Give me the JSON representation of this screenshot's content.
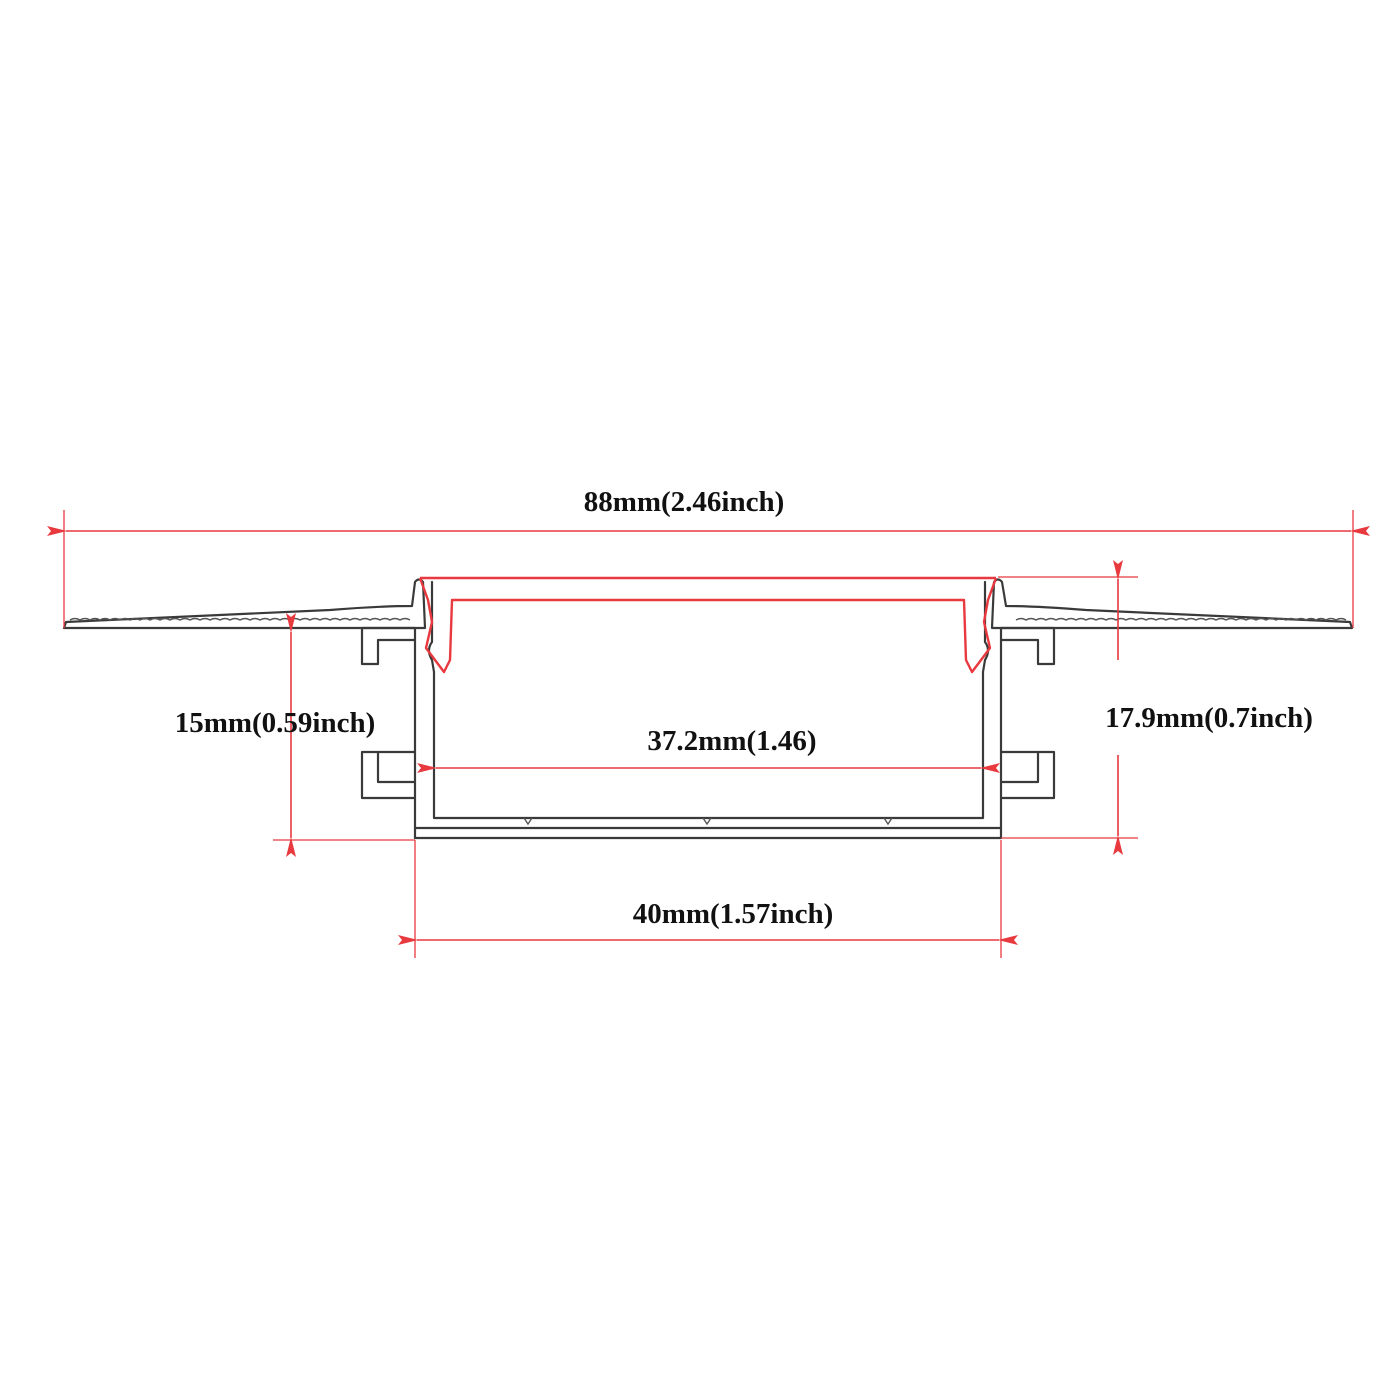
{
  "diagram": {
    "dimensions": {
      "overall_width": "88mm(2.46inch)",
      "inner_width": "37.2mm(1.46)",
      "channel_width": "40mm(1.57inch)",
      "left_height": "15mm(0.59inch)",
      "right_height": "17.9mm(0.7inch)"
    },
    "colors": {
      "dimension_lines": "#e8393f",
      "profile_outline": "#3a3a3a",
      "text": "#111111",
      "background": "#ffffff"
    }
  }
}
